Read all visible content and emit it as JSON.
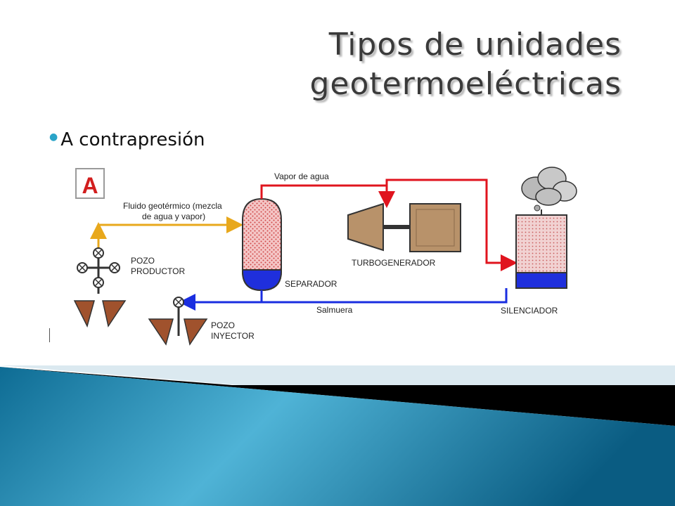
{
  "slide": {
    "title_line1": "Tipos de unidades",
    "title_line2": "geotermoeléctricas",
    "bullet": "A contrapresión"
  },
  "diagram": {
    "badge": "A",
    "labels": {
      "vapor": "Vapor de agua",
      "fluid_line1": "Fluido geotérmico (mezcla",
      "fluid_line2": "de agua y vapor)",
      "pozo_productor_1": "POZO",
      "pozo_productor_2": "PRODUCTOR",
      "separador": "SEPARADOR",
      "turbogenerador": "TURBOGENERADOR",
      "salmuera": "Salmuera",
      "silenciador": "SILENCIADOR",
      "pozo_inyector_1": "POZO",
      "pozo_inyector_2": "INYECTOR"
    },
    "colors": {
      "steam": "#e0141e",
      "fluid": "#e8a81c",
      "brine": "#1a2ee0",
      "turbine": "#b8926a",
      "well_ground": "#a0522d",
      "accent": "#2aa4c8"
    }
  }
}
